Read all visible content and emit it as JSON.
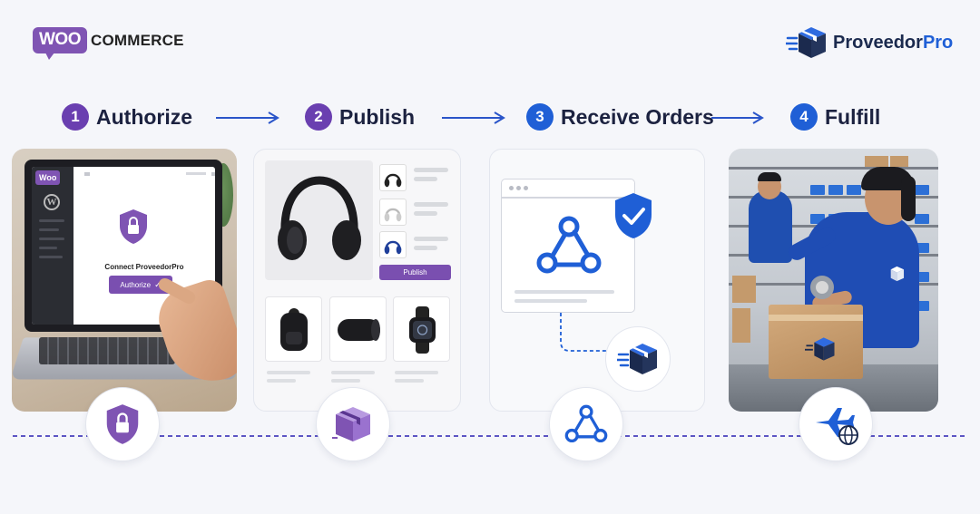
{
  "brand_left": {
    "woo": "WOO",
    "commerce": "COMMERCE"
  },
  "brand_right": {
    "name_a": "Proveedor",
    "name_b": "Pro"
  },
  "steps": [
    {
      "num": "1",
      "title": "Authorize",
      "color": "#6a3fb0"
    },
    {
      "num": "2",
      "title": "Publish",
      "color": "#6a3fb0"
    },
    {
      "num": "3",
      "title": "Receive Orders",
      "color": "#1f5fd6"
    },
    {
      "num": "4",
      "title": "Fulfill",
      "color": "#1f5fd6"
    }
  ],
  "panel_authorize": {
    "app_badge": "Woo",
    "connect_text": "Connect ProveedorPro",
    "button_label": "Authorize"
  },
  "panel_publish": {
    "button_label": "Publish"
  },
  "colors": {
    "woo_purple": "#7f54b3",
    "pro_blue": "#1f5fd6",
    "navy": "#1b2a4e"
  },
  "badges": [
    "lock-shield-icon",
    "package-icon",
    "webhook-icon",
    "plane-globe-icon"
  ]
}
